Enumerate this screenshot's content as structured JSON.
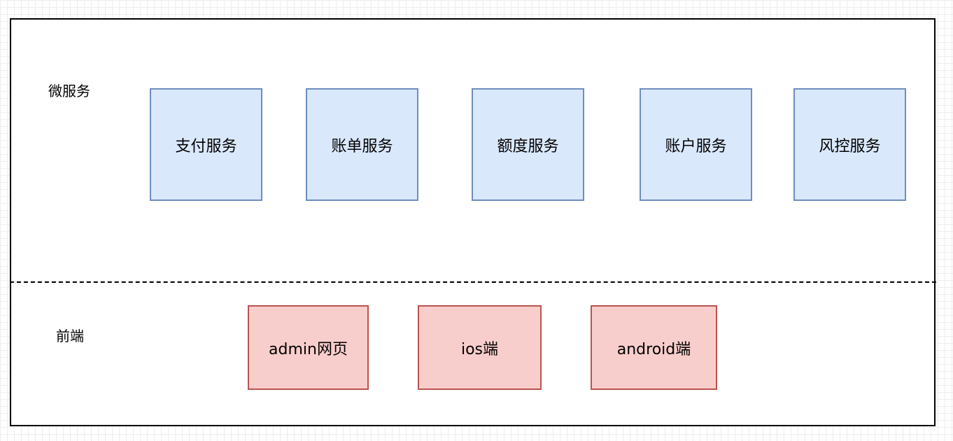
{
  "layers": {
    "microservices_label": "微服务",
    "frontend_label": "前端"
  },
  "services": [
    "支付服务",
    "账单服务",
    "额度服务",
    "账户服务",
    "风控服务"
  ],
  "clients": [
    "admin网页",
    "ios端",
    "android端"
  ],
  "colors": {
    "service_fill": "#dae8fc",
    "service_border": "#6c8ebf",
    "client_fill": "#f8cecc",
    "client_border": "#b85450"
  }
}
